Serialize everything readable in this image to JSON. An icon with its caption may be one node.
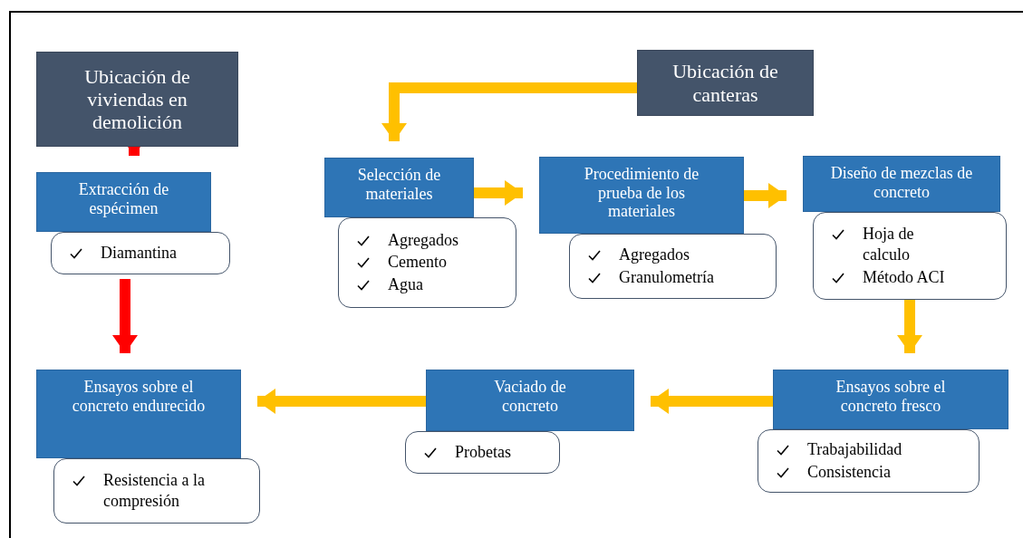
{
  "diagram": {
    "nodes": [
      {
        "text": [
          "Ubicación de viviendas en demolición"
        ]
      },
      {
        "text": [
          "Extracción de espécimen"
        ]
      },
      {
        "text": [
          "Diamantina"
        ]
      },
      {
        "text": [
          "Ubicación de canteras"
        ]
      },
      {
        "text": [
          "Selección de materiales"
        ]
      },
      {
        "text": [
          "Agregados",
          "Cemento",
          "Agua"
        ]
      },
      {
        "text": [
          "Procedimiento de prueba de los materiales"
        ]
      },
      {
        "text": [
          "Agregados",
          "Granulometría"
        ]
      },
      {
        "text": [
          "Diseño de mezclas de concreto"
        ]
      },
      {
        "text": [
          "Hoja de calculo",
          "Método ACI"
        ]
      },
      {
        "text": [
          "Ensayos sobre el concreto endurecido"
        ]
      },
      {
        "text": [
          "Resistencia a la compresión"
        ]
      },
      {
        "text": [
          "Vaciado de concreto"
        ]
      },
      {
        "text": [
          "Probetas"
        ]
      },
      {
        "text": [
          "Ensayos sobre el concreto fresco"
        ]
      },
      {
        "text": [
          "Trabajabilidad",
          "Consistencia"
        ]
      }
    ],
    "edges": [
      {
        "from": 0,
        "to": 1,
        "arrow": "to",
        "color": "#ff0000"
      },
      {
        "from": 2,
        "to": 10,
        "arrow": "to",
        "color": "#ff0000"
      },
      {
        "from": 3,
        "to": 4,
        "arrow": "to"
      },
      {
        "from": 4,
        "to": 6,
        "arrow": "to"
      },
      {
        "from": 6,
        "to": 8,
        "arrow": "to"
      },
      {
        "from": 9,
        "to": 14,
        "arrow": "to"
      },
      {
        "from": 14,
        "to": 12,
        "arrow": "to"
      },
      {
        "from": 12,
        "to": 10,
        "arrow": "to"
      }
    ]
  }
}
